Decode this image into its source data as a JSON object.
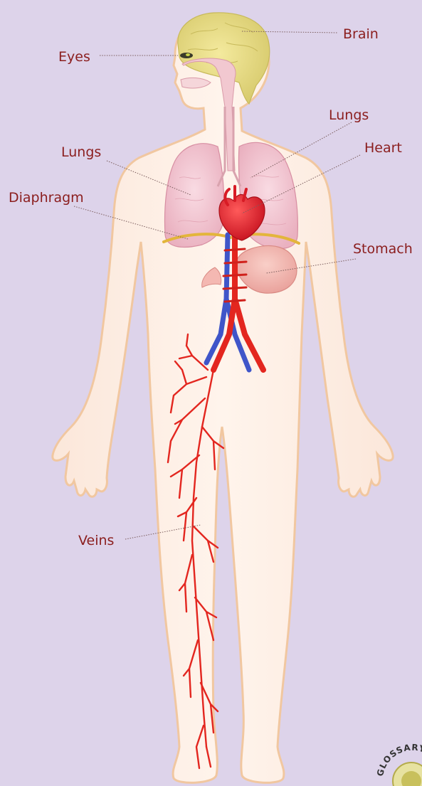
{
  "labels": {
    "brain": "Brain",
    "eyes": "Eyes",
    "lungs_right": "Lungs",
    "lungs_left": "Lungs",
    "heart": "Heart",
    "diaphragm": "Diaphragm",
    "stomach": "Stomach",
    "veins": "Veins"
  },
  "badge": {
    "text": "GLOSSARY"
  },
  "colors": {
    "background": "#ddd3ea",
    "body_fill": "#fcefe5",
    "body_outline": "#f1c7a0",
    "brain": "#e8dc8a",
    "lungs": "#f4c8d2",
    "heart": "#e71d2d",
    "arteries": "#e3261f",
    "veins_blue": "#3f55c9",
    "diaphragm": "#e3b53b",
    "stomach": "#f4b8b2",
    "label_text": "#8b1e1e"
  }
}
